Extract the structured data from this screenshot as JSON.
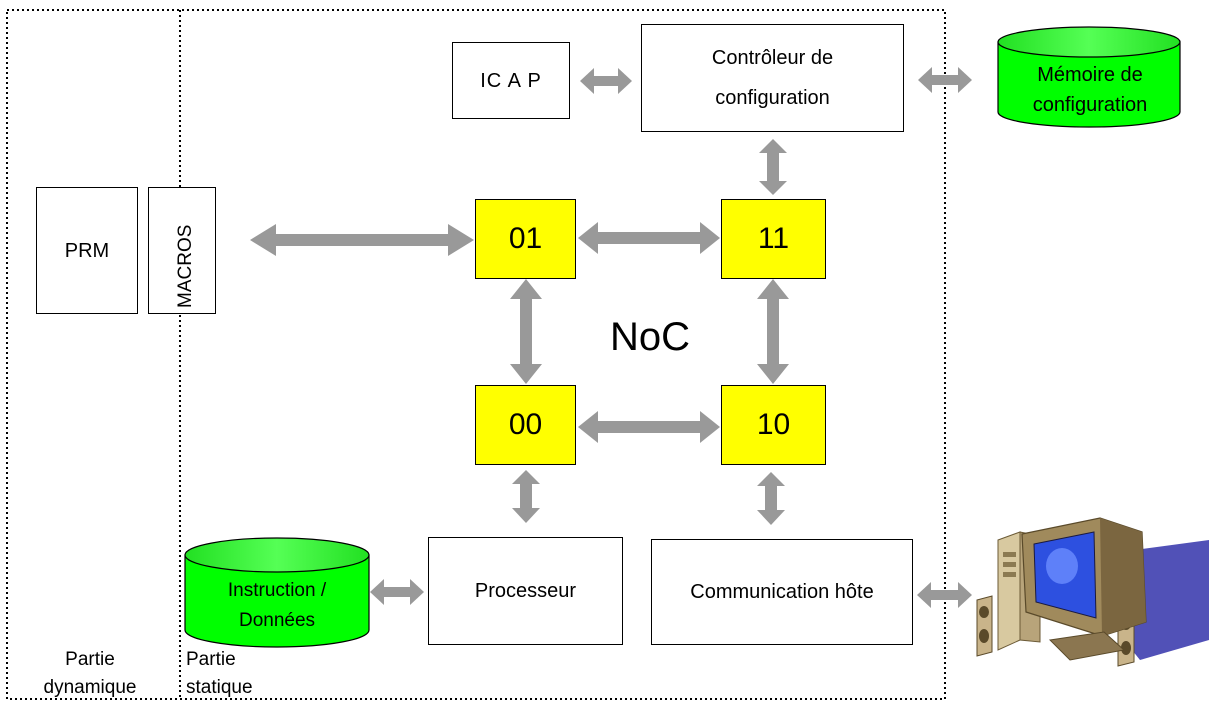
{
  "regions": {
    "dynamic_label": "Partie\ndynamique",
    "static_label": "Partie\nstatique"
  },
  "blocks": {
    "prm": "PRM",
    "macros": "MACROS",
    "icap": "IC A P",
    "config_controller": "Contrôleur de configuration",
    "config_memory": "Mémoire de configuration",
    "processor": "Processeur",
    "host_communication": "Communication hôte",
    "instruction_data": "Instruction / Données"
  },
  "noc": {
    "label": "NoC",
    "nodes": [
      "01",
      "11",
      "00",
      "10"
    ]
  },
  "colors": {
    "node_fill": "#ffff00",
    "memory_fill": "#00ff00",
    "arrow": "#999999"
  }
}
